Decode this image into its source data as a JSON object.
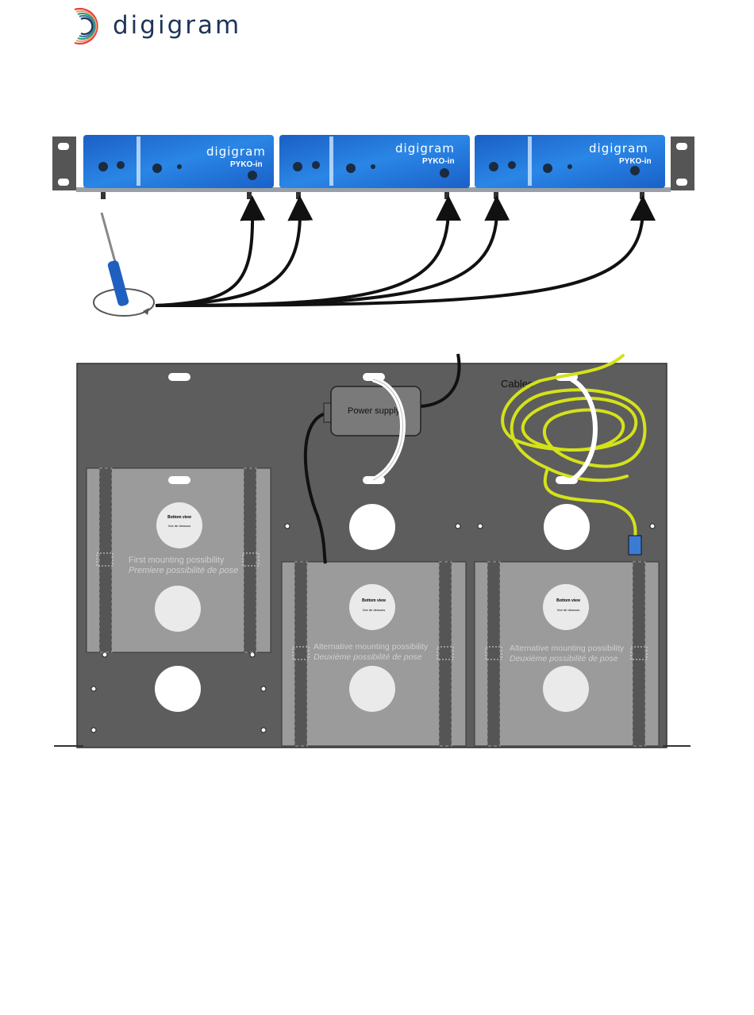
{
  "brand": {
    "name": "digigram",
    "colors": {
      "primary_blue": "#1f6fd6",
      "navy": "#1d3557",
      "cable_yellow": "#d4e21a"
    }
  },
  "front_view": {
    "units": [
      {
        "brand": "digigram",
        "model": "PYKO-in"
      },
      {
        "brand": "digigram",
        "model": "PYKO-in"
      },
      {
        "brand": "digigram",
        "model": "PYKO-in"
      }
    ],
    "tool_icon": "screwdriver-icon"
  },
  "bottom_view": {
    "labels": {
      "power_supply": "Power supply",
      "cables": "Cables"
    },
    "plates": [
      {
        "title": "Bottom view",
        "subtitle": "Vue de dessous",
        "caption_en": "First mounting possibility",
        "caption_fr": "Premiere possibilité de pose"
      },
      {
        "title": "Bottom view",
        "subtitle": "Vue de dessous",
        "caption_en": "Alternative mounting possibility",
        "caption_fr": "Deuxième possibilité de pose"
      },
      {
        "title": "Bottom view",
        "subtitle": "Vue de dessous",
        "caption_en": "Alternative mounting possibility",
        "caption_fr": "Deuxième possibilité de pose"
      }
    ]
  }
}
